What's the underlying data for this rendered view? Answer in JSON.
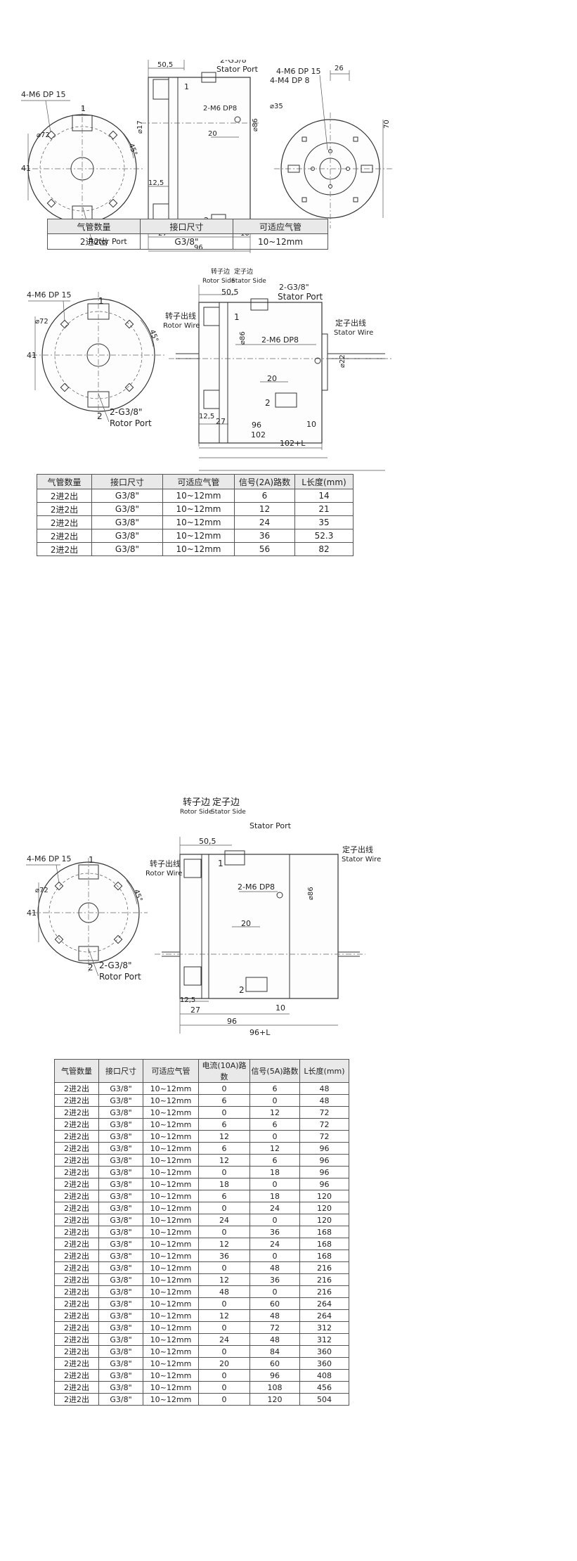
{
  "labels": {
    "rotor_side_cn": "转子边",
    "rotor_side_en": "Rotor Side",
    "stator_side_cn": "定子边",
    "stator_side_en": "Stator Side",
    "stator_port": "2-G3/8\"",
    "stator_port_en": "Stator Port",
    "rotor_port": "2-G3/8\"",
    "rotor_port_en": "Rotor Port",
    "rotor_wire_cn": "转子出线",
    "rotor_wire_en": "Rotor Wire",
    "stator_wire_cn": "定子出线",
    "stator_wire_en": "Stator Wire",
    "m6": "4-M6 DP 15",
    "m4": "4-M4 DP 8",
    "m6_dp8": "2-M6 DP8",
    "d72": "⌀72",
    "d35": "⌀35",
    "d86": "⌀86",
    "d17": "⌀17",
    "d22": "⌀22",
    "dim41": "41",
    "dim45": "45°",
    "dim26": "26",
    "dim70": "70",
    "dim50_5": "50,5",
    "dim20": "20",
    "dim12_5": "12,5",
    "dim27": "27",
    "dim96": "96",
    "dim10": "10",
    "dim102": "102",
    "dim102L": "102+L",
    "dim96L": "96+L",
    "n1": "1",
    "n2": "2"
  },
  "table1": {
    "headers": [
      "气管数量",
      "接口尺寸",
      "可适应气管"
    ],
    "rows": [
      [
        "2进2出",
        "G3/8\"",
        "10~12mm"
      ]
    ]
  },
  "table2": {
    "headers": [
      "气管数量",
      "接口尺寸",
      "可适应气管",
      "信号(2A)路数",
      "L长度(mm)"
    ],
    "rows": [
      [
        "2进2出",
        "G3/8\"",
        "10~12mm",
        "6",
        "14"
      ],
      [
        "2进2出",
        "G3/8\"",
        "10~12mm",
        "12",
        "21"
      ],
      [
        "2进2出",
        "G3/8\"",
        "10~12mm",
        "24",
        "35"
      ],
      [
        "2进2出",
        "G3/8\"",
        "10~12mm",
        "36",
        "52.3"
      ],
      [
        "2进2出",
        "G3/8\"",
        "10~12mm",
        "56",
        "82"
      ]
    ]
  },
  "table3": {
    "headers": [
      "气管数量",
      "接口尺寸",
      "可适应气管",
      "电流(10A)路数",
      "信号(5A)路数",
      "L长度(mm)"
    ],
    "rows": [
      [
        "2进2出",
        "G3/8\"",
        "10~12mm",
        "0",
        "6",
        "48"
      ],
      [
        "2进2出",
        "G3/8\"",
        "10~12mm",
        "6",
        "0",
        "48"
      ],
      [
        "2进2出",
        "G3/8\"",
        "10~12mm",
        "0",
        "12",
        "72"
      ],
      [
        "2进2出",
        "G3/8\"",
        "10~12mm",
        "6",
        "6",
        "72"
      ],
      [
        "2进2出",
        "G3/8\"",
        "10~12mm",
        "12",
        "0",
        "72"
      ],
      [
        "2进2出",
        "G3/8\"",
        "10~12mm",
        "6",
        "12",
        "96"
      ],
      [
        "2进2出",
        "G3/8\"",
        "10~12mm",
        "12",
        "6",
        "96"
      ],
      [
        "2进2出",
        "G3/8\"",
        "10~12mm",
        "0",
        "18",
        "96"
      ],
      [
        "2进2出",
        "G3/8\"",
        "10~12mm",
        "18",
        "0",
        "96"
      ],
      [
        "2进2出",
        "G3/8\"",
        "10~12mm",
        "6",
        "18",
        "120"
      ],
      [
        "2进2出",
        "G3/8\"",
        "10~12mm",
        "0",
        "24",
        "120"
      ],
      [
        "2进2出",
        "G3/8\"",
        "10~12mm",
        "24",
        "0",
        "120"
      ],
      [
        "2进2出",
        "G3/8\"",
        "10~12mm",
        "0",
        "36",
        "168"
      ],
      [
        "2进2出",
        "G3/8\"",
        "10~12mm",
        "12",
        "24",
        "168"
      ],
      [
        "2进2出",
        "G3/8\"",
        "10~12mm",
        "36",
        "0",
        "168"
      ],
      [
        "2进2出",
        "G3/8\"",
        "10~12mm",
        "0",
        "48",
        "216"
      ],
      [
        "2进2出",
        "G3/8\"",
        "10~12mm",
        "12",
        "36",
        "216"
      ],
      [
        "2进2出",
        "G3/8\"",
        "10~12mm",
        "48",
        "0",
        "216"
      ],
      [
        "2进2出",
        "G3/8\"",
        "10~12mm",
        "0",
        "60",
        "264"
      ],
      [
        "2进2出",
        "G3/8\"",
        "10~12mm",
        "12",
        "48",
        "264"
      ],
      [
        "2进2出",
        "G3/8\"",
        "10~12mm",
        "0",
        "72",
        "312"
      ],
      [
        "2进2出",
        "G3/8\"",
        "10~12mm",
        "24",
        "48",
        "312"
      ],
      [
        "2进2出",
        "G3/8\"",
        "10~12mm",
        "0",
        "84",
        "360"
      ],
      [
        "2进2出",
        "G3/8\"",
        "10~12mm",
        "20",
        "60",
        "360"
      ],
      [
        "2进2出",
        "G3/8\"",
        "10~12mm",
        "0",
        "96",
        "408"
      ],
      [
        "2进2出",
        "G3/8\"",
        "10~12mm",
        "0",
        "108",
        "456"
      ],
      [
        "2进2出",
        "G3/8\"",
        "10~12mm",
        "0",
        "120",
        "504"
      ]
    ]
  }
}
